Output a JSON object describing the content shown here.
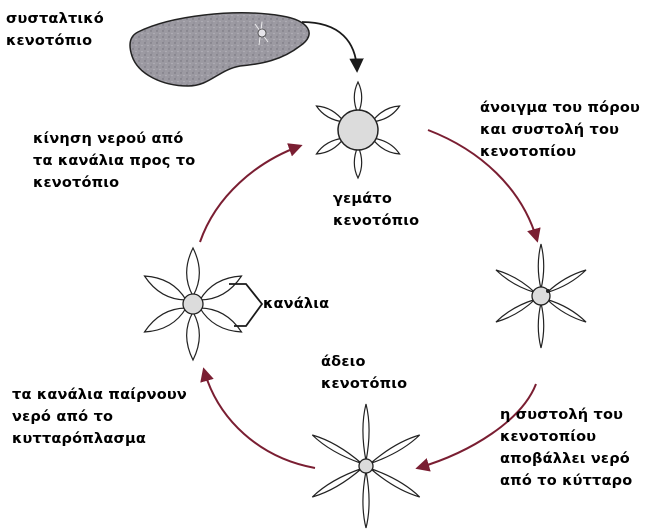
{
  "labels": {
    "contractile_vacuole": "συσταλτικό\nκενοτόπιο",
    "full_vacuole": "γεμάτο\nκενοτόπιο",
    "pore_opening": "άνοιγμα του πόρου\nκαι συστολή του\nκενοτοπίου",
    "water_movement": "κίνηση νερού από\nτα κανάλια προς το\nκενοτόπιο",
    "canals": "κανάλια",
    "empty_vacuole": "άδειο\nκενοτόπιο",
    "canals_take_water": "τα κανάλια παίρνουν\nνερό από το\nκυτταρόπλασμα",
    "contraction_expels": "η συστολή του\nκενοτοπίου\nαποβάλλει νερό\nαπό το κύτταρο"
  },
  "colors": {
    "cycle_arrow": "#7a1e32",
    "pointer_arrow": "#1a1a1a",
    "organelle_fill": "#dcdcdc",
    "organelle_stroke": "#222222",
    "cell_fill": "#9c9aa2"
  }
}
